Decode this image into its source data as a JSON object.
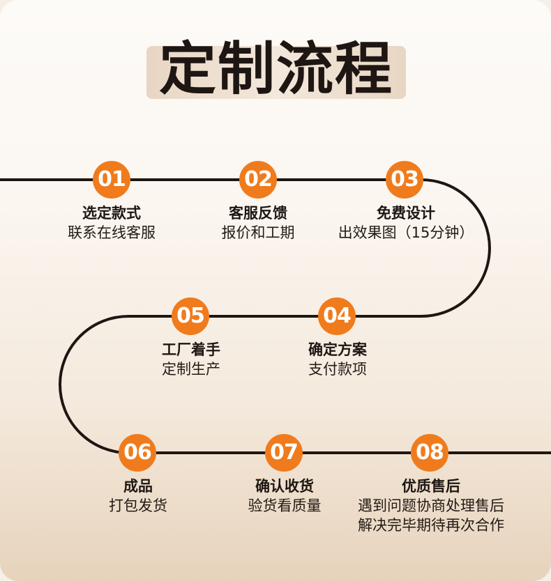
{
  "title": "定制流程",
  "colors": {
    "accent": "#f07b1d",
    "line": "#1e1612",
    "text": "#1e1612"
  },
  "steps": [
    {
      "number": "01",
      "title": "选定款式",
      "lines": [
        "联系在线客服"
      ]
    },
    {
      "number": "02",
      "title": "客服反馈",
      "lines": [
        "报价和工期"
      ]
    },
    {
      "number": "03",
      "title": "免费设计",
      "lines": [
        "出效果图（15分钟）"
      ]
    },
    {
      "number": "04",
      "title": "确定方案",
      "lines": [
        "支付款项"
      ]
    },
    {
      "number": "05",
      "title": "工厂着手",
      "lines": [
        "定制生产"
      ]
    },
    {
      "number": "06",
      "title": "成品",
      "lines": [
        "打包发货"
      ]
    },
    {
      "number": "07",
      "title": "确认收货",
      "lines": [
        "验货看质量"
      ]
    },
    {
      "number": "08",
      "title": "优质售后",
      "lines": [
        "遇到问题协商处理售后",
        "解决完毕期待再次合作"
      ]
    }
  ]
}
